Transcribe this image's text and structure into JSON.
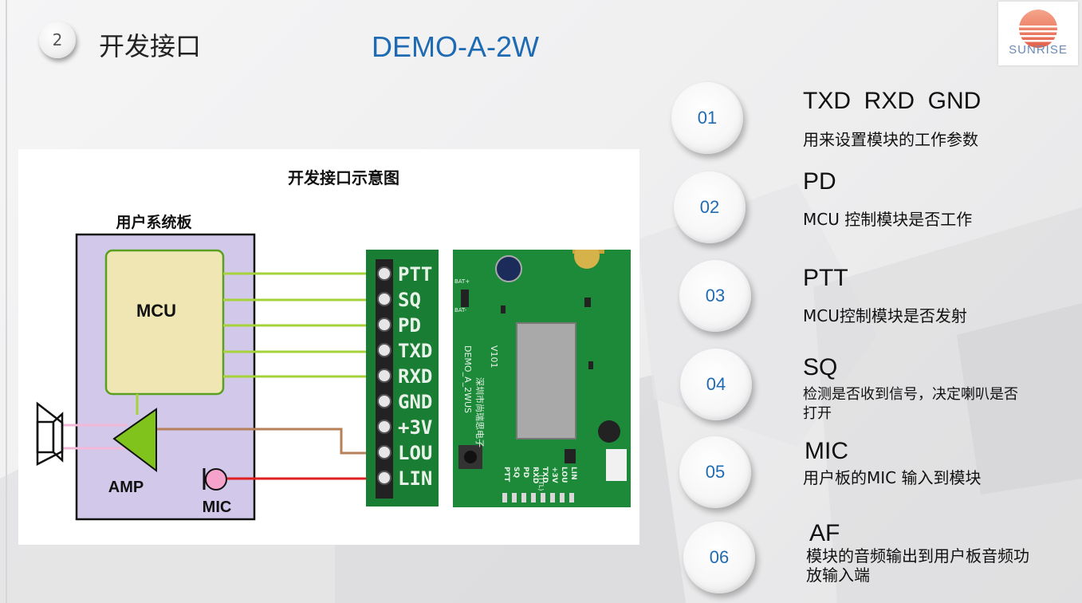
{
  "header": {
    "section_number": "2",
    "page_title": "开发接口",
    "main_title": "DEMO-A-2W",
    "logo_text": "SUNRISE"
  },
  "diagram": {
    "title": "开发接口示意图",
    "board_label": "用户系统板",
    "mcu_label": "MCU",
    "amp_label": "AMP",
    "mic_label": "MIC",
    "pins": [
      "PTT",
      "SQ",
      "PD",
      "TXD",
      "RXD",
      "GND",
      "+3V",
      "LOU",
      "LIN"
    ],
    "module_silk": [
      "DEMO_A_2WUS",
      "深圳市尚瑞思电子",
      "V101",
      "BAT+",
      "BAT-",
      "(TTL)"
    ],
    "module_pin_silk": [
      "PTT",
      "SQ",
      "PD",
      "RXD",
      "TXD",
      "+3V",
      "LOU",
      "LIN"
    ],
    "colors": {
      "board_fill": "#d2c9ea",
      "mcu_fill": "#efe6b4",
      "signal_line": "#a5d23a",
      "speaker_line": "#f2b8d8",
      "lou_line": "#b5805a",
      "lin_line": "#e02020",
      "amp_fill": "#7fc31c",
      "mic_fill": "#f6a3cb"
    }
  },
  "items": [
    {
      "number": "01",
      "title": "TXD  RXD  GND",
      "desc": "用来设置模块的工作参数"
    },
    {
      "number": "02",
      "title": "PD",
      "desc": "MCU 控制模块是否工作"
    },
    {
      "number": "03",
      "title": "PTT",
      "desc": "MCU控制模块是否发射"
    },
    {
      "number": "04",
      "title": "SQ",
      "desc": "检测是否收到信号，决定喇叭是否打开"
    },
    {
      "number": "05",
      "title": "MIC",
      "desc": "用户板的MIC 输入到模块"
    },
    {
      "number": "06",
      "title": "AF",
      "desc": "模块的音频输出到用户板音频功放输入端"
    }
  ]
}
